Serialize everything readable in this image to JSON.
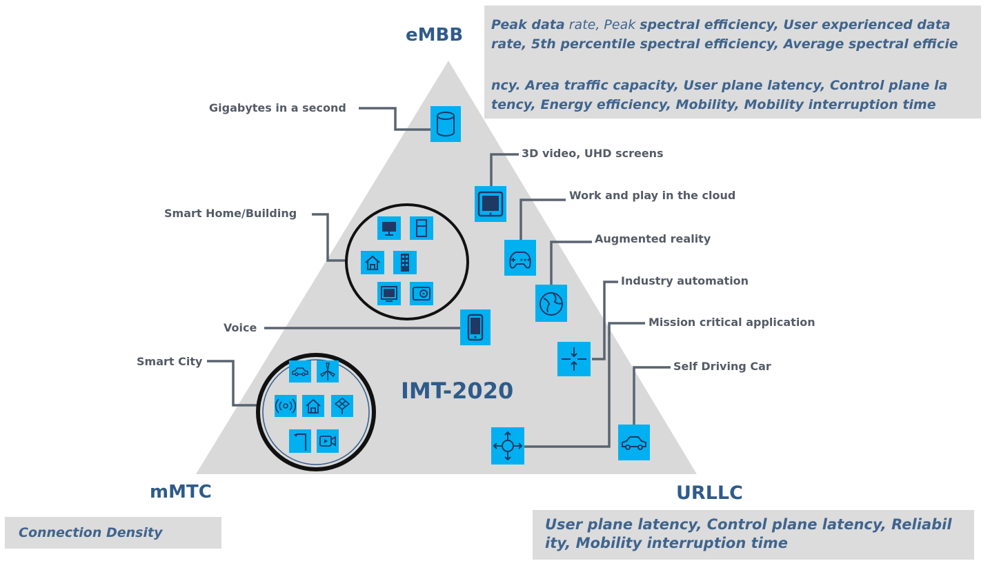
{
  "corners": {
    "top": "eMBB",
    "left": "mMTC",
    "right": "URLLC",
    "center": "IMT-2020"
  },
  "embb_box": {
    "line1a": "Peak data",
    "line1b": " rate, Peak ",
    "line1c": "spectral efficiency,  User experienced data",
    "line2": "rate, 5th percentile spectral efficiency, Average spectral efficie",
    "line3": "ncy.  Area traffic capacity, User plane latency, Control plane la",
    "line4": "tency, Energy efficiency, Mobility, Mobility interruption time"
  },
  "mmtc_box": {
    "text": "Connection Density"
  },
  "urllc_box": {
    "line1": "User plane latency, Control plane latency, Reliabil",
    "line2": "ity,  Mobility interruption time"
  },
  "labels": {
    "gigabytes": "Gigabytes in a second",
    "video": "3D video, UHD screens",
    "cloud": "Work and play in the cloud",
    "ar": "Augmented reality",
    "industry": "Industry automation",
    "mission": "Mission critical  application",
    "selfdriving": "Self Driving Car",
    "smarthome": "Smart Home/Building",
    "voice": "Voice",
    "smartcity": "Smart City"
  },
  "colors": {
    "triangle": "#d9d9d9",
    "icon_bg": "#00b0f0",
    "icon_stroke": "#1f3864",
    "connector": "#5a6470",
    "corner_text": "#2f5b8a",
    "box_text": "#3f648e"
  },
  "icons": {
    "gigabytes": "database-icon",
    "video": "tablet-icon",
    "cloud": "gamepad-icon",
    "ar": "globe-icon",
    "industry": "arrows-inward-icon",
    "mission": "crosshair-icon",
    "selfdriving": "car-icon",
    "voice": "smartphone-icon"
  }
}
